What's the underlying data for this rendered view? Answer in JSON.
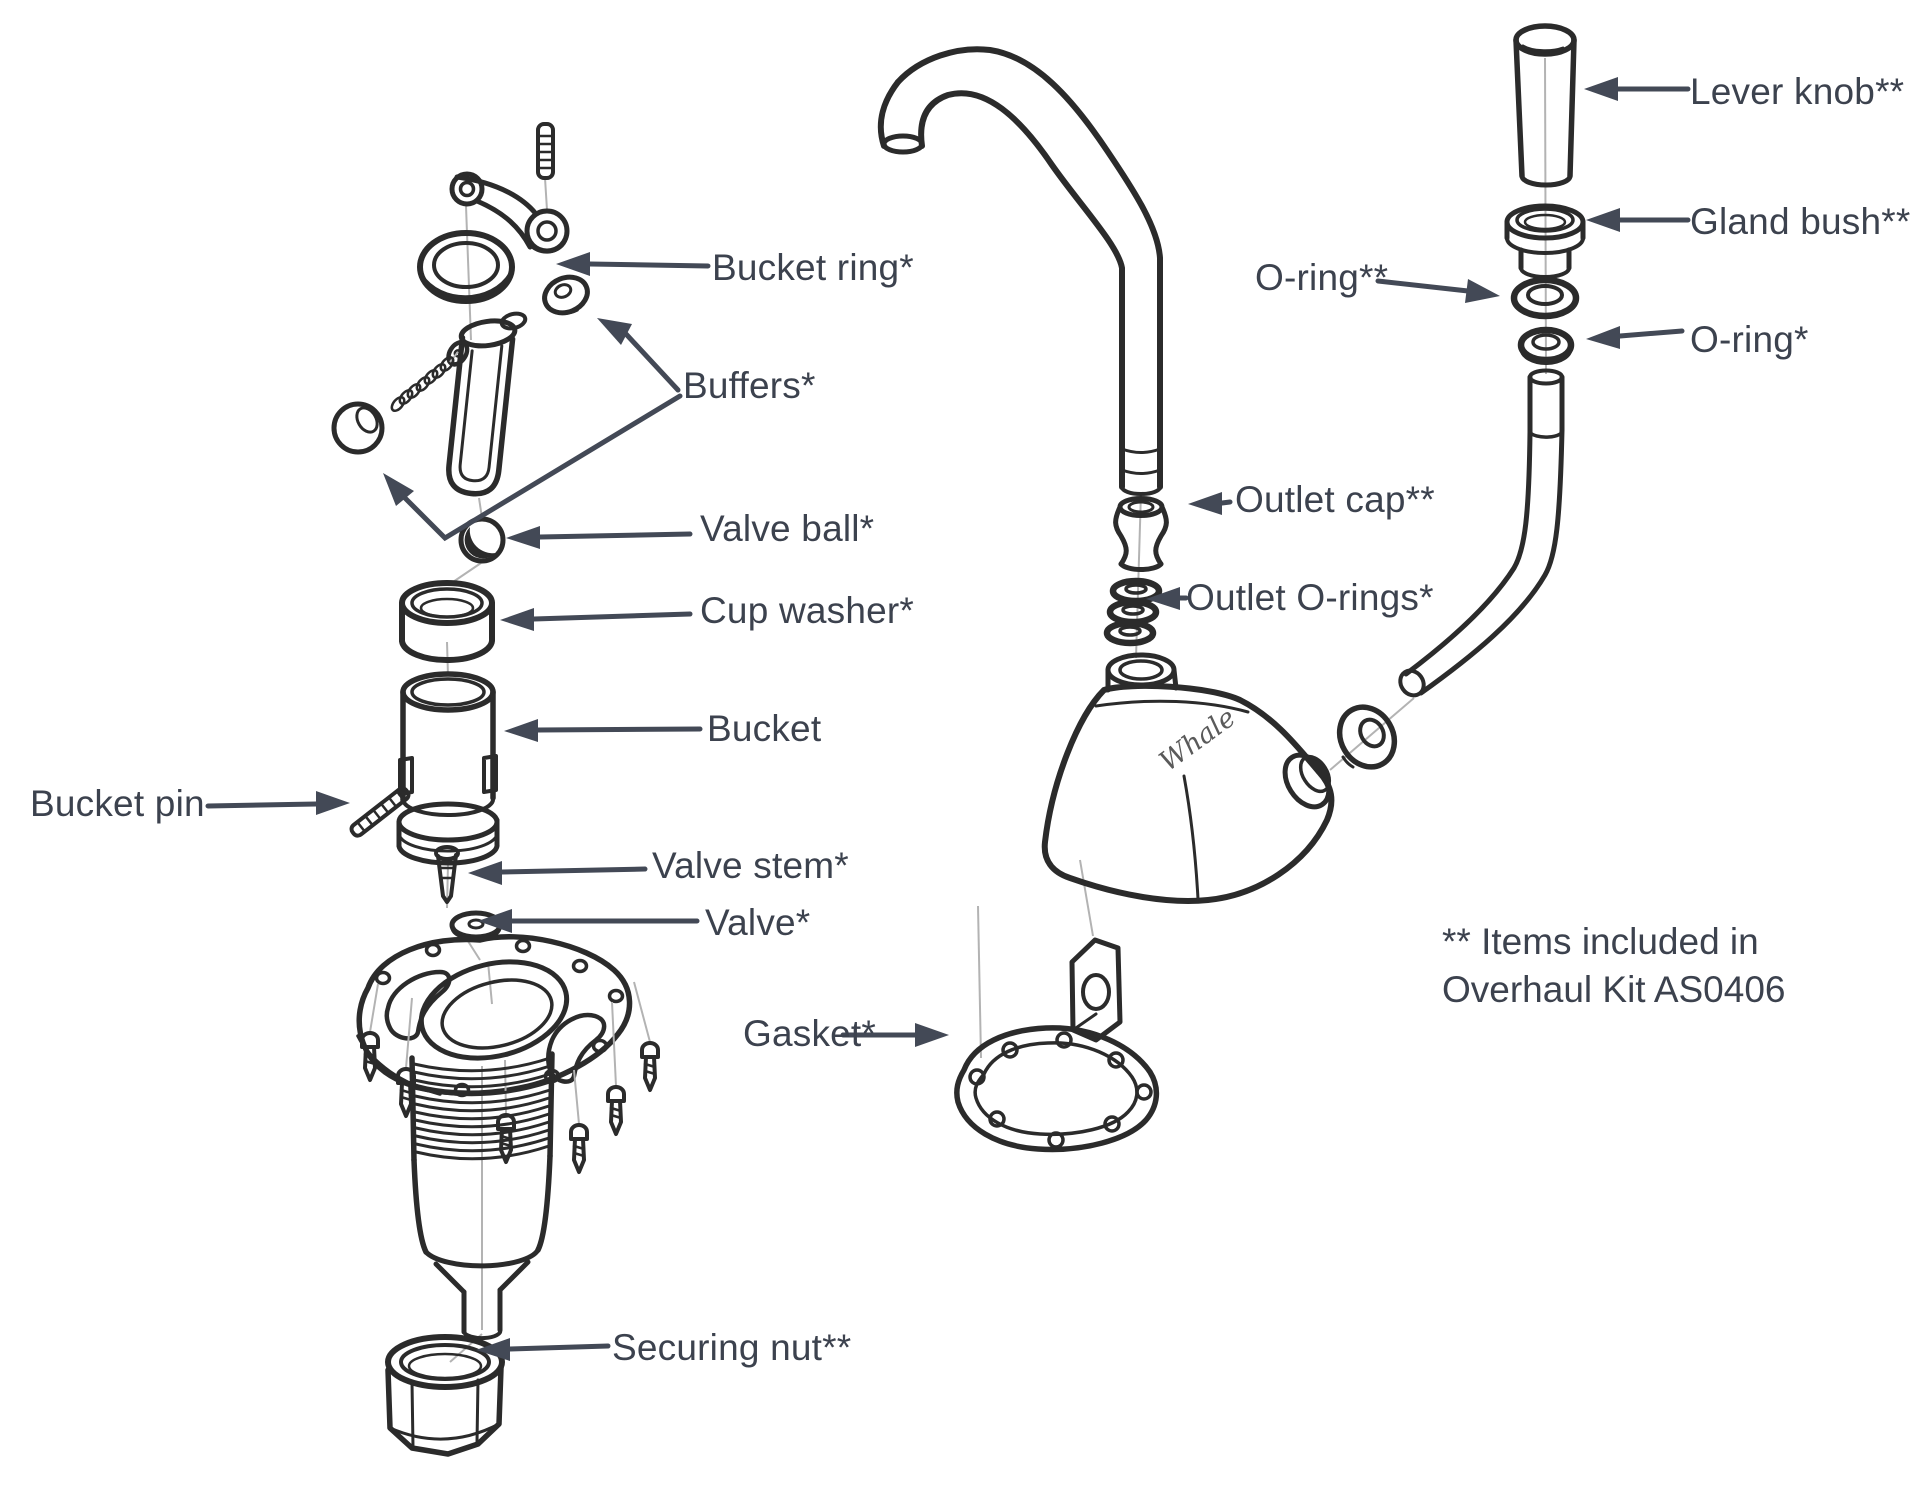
{
  "diagram": {
    "kind": "exploded-parts-diagram",
    "subject": "manual galley pump / faucet assembly"
  },
  "colors": {
    "background": "#ffffff",
    "line": "#2b2b2b",
    "arrow": "#434956",
    "text": "#3c424e",
    "centerline": "#b3b3b3"
  },
  "labels": {
    "bucket_ring": "Bucket ring*",
    "buffers": "Buffers*",
    "valve_ball": "Valve ball*",
    "cup_washer": "Cup washer*",
    "bucket": "Bucket",
    "bucket_pin": "Bucket pin",
    "valve_stem": "Valve stem*",
    "valve": "Valve*",
    "securing_nut": "Securing nut**",
    "gasket": "Gasket*",
    "outlet_cap": "Outlet cap**",
    "outlet_orings": "Outlet O-rings*",
    "oring_left": "O-ring**",
    "lever_knob": "Lever knob**",
    "gland_bush": "Gland bush**",
    "oring_right": "O-ring*"
  },
  "note": {
    "line1": "** Items included in",
    "line2": "Overhaul Kit AS0406"
  },
  "logo": {
    "text": "Whale"
  }
}
